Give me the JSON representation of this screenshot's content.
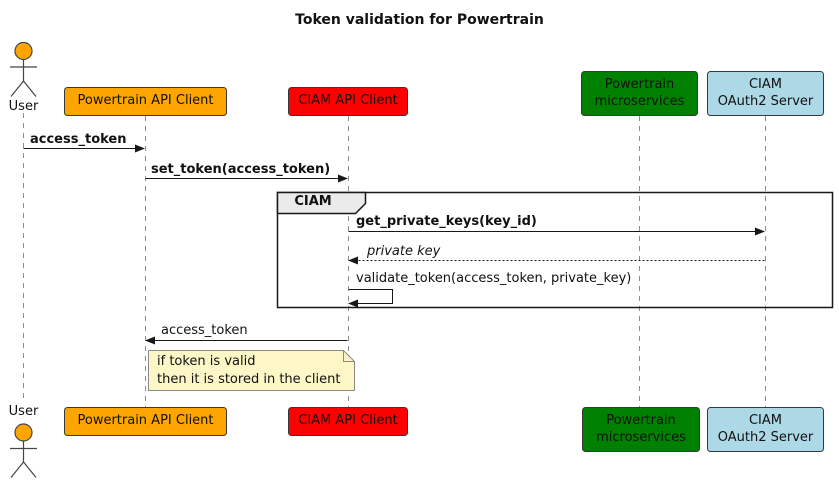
{
  "diagram": {
    "title": "Token validation for Powertrain",
    "group_label": "CIAM"
  },
  "actors": {
    "user_top": "User",
    "user_bottom": "User"
  },
  "participants": {
    "powertrain_api_client": {
      "label": "Powertrain API Client",
      "bg": "#FFA500"
    },
    "ciam_api_client": {
      "label": "CIAM API Client",
      "bg": "#FF0000"
    },
    "powertrain_microservices": {
      "line1": "Powertrain",
      "line2": "microservices",
      "bg": "#008000"
    },
    "ciam_oauth2_server": {
      "line1": "CIAM",
      "line2": "OAuth2 Server",
      "bg": "#ADD8E6"
    }
  },
  "messages": {
    "access_token_request": "access_token",
    "set_token": "set_token(access_token)",
    "get_private_keys": "get_private_keys(key_id)",
    "private_key_return": "private key",
    "validate_token": "validate_token(access_token, private_key)",
    "access_token_return": "access_token"
  },
  "note": {
    "line1": "if token is valid",
    "line2": "then it is stored in the client"
  },
  "colors": {
    "note_bg": "#FDF6C6",
    "group_header_bg": "#EBEBEB",
    "lifeline": "#8C8C8C",
    "arrow": "#181818",
    "actor_head": "#FFA500"
  }
}
